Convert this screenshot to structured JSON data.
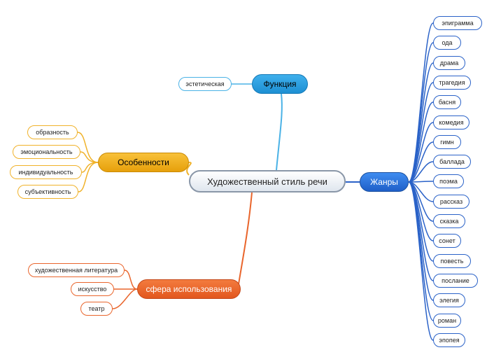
{
  "central": "Художественный стиль речи",
  "branches": {
    "function": {
      "label": "Функция",
      "items": [
        "эстетическая"
      ]
    },
    "features": {
      "label": "Особенности",
      "items": [
        "образность",
        "эмоциональность",
        "индивидуальность",
        "субъективность"
      ]
    },
    "genres": {
      "label": "Жанры",
      "items": [
        "эпиграмма",
        "ода",
        "драма",
        "трагедия",
        "басня",
        "комедия",
        "гимн",
        "баллада",
        "поэма",
        "рассказ",
        "сказка",
        "сонет",
        "повесть",
        "послание",
        "элегия",
        "роман",
        "эпопея"
      ]
    },
    "usage": {
      "label": "сфера использования",
      "items": [
        "художественная литература",
        "искусство",
        "театр"
      ]
    }
  },
  "colors": {
    "genres": "#2a62c8",
    "function": "#4ab2e6",
    "features": "#f0b22a",
    "usage": "#e9652c",
    "central_border": "#8a97a8"
  }
}
